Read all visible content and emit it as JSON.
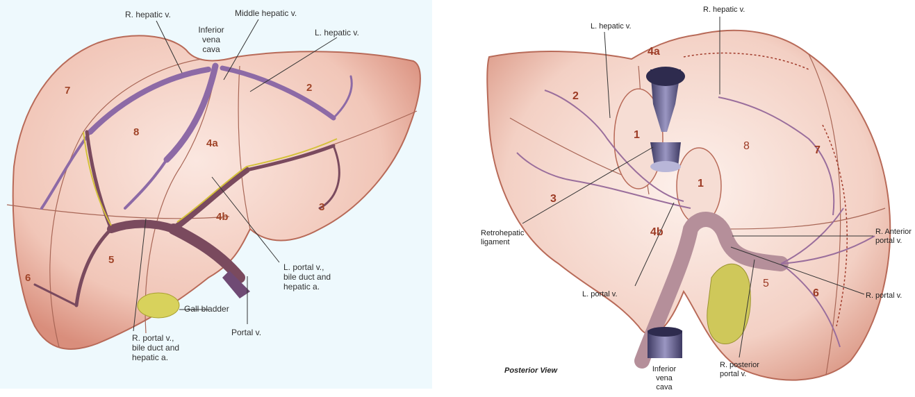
{
  "anterior": {
    "labels": {
      "r_hepatic_v": "R. hepatic v.",
      "middle_hepatic_v": "Middle hepatic v.",
      "ivc": "Inferior\nvena\ncava",
      "l_hepatic_v": "L. hepatic v.",
      "l_portal": "L. portal v.,\nbile duct and\nhepatic a.",
      "gall_bladder": "Gall bladder",
      "portal_v": "Portal v.",
      "r_portal": "R. portal v.,\nbile duct and\nhepatic a."
    },
    "segments": [
      "7",
      "2",
      "8",
      "4a",
      "4b",
      "3",
      "5",
      "6"
    ]
  },
  "posterior": {
    "labels": {
      "l_hepatic_v": "L. hepatic v.",
      "r_hepatic_v": "R. hepatic v.",
      "retrohepatic": "Retrohepatic\nligament",
      "l_portal_v": "L. portal v.",
      "r_anterior": "R. Anterior\nportal v.",
      "r_portal_v": "R. portal v.",
      "r_posterior": "R. posterior\nportal v.",
      "ivc": "Inferior\nvena\ncava",
      "view": "Posterior View"
    },
    "segments": [
      "4a",
      "2",
      "1",
      "1",
      "3",
      "4b",
      "8",
      "7",
      "5",
      "6"
    ]
  },
  "colors": {
    "liver": "#f4cfc4",
    "liver_edge": "#b86a58",
    "vein": "#8d6aa6",
    "portal": "#7a4a5e",
    "bile": "#d4c13a",
    "gallbladder": "#d8d25c",
    "segment_text": "#a04428"
  }
}
